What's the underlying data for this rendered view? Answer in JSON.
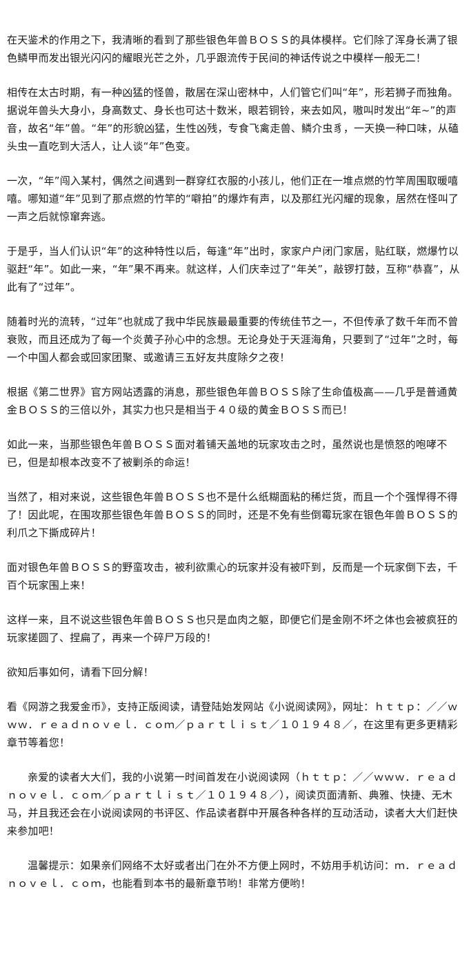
{
  "paragraphs": [
    "在天鉴术的作用之下，我清晰的看到了那些银色年兽ＢＯＳＳ的具体模样。它们除了浑身长满了银色鳞甲而发出银光闪闪的耀眼光芒之外，几乎跟流传于民间的神话传说之中模样一般无二！",
    "相传在太古时期，有一种凶猛的怪兽，散居在深山密林中，人们管它们叫“年”，形若狮子而独角。据说年兽头大身小，身高数丈、身长也可达十数米，眼若铜铃，来去如风，嗷叫时发出“年~”的声音，故名“年”兽。“年”的形貌凶猛，生性凶残，专食飞禽走兽、鳞介虫豸，一天换一种口味，从磕头虫一直吃到大活人，让人谈“年”色变。",
    "一次，“年”闯入某村，偶然之间遇到一群穿红衣服的小孩儿，他们正在一堆点燃的竹竿周围取暖嘻嘻。哪知道“年”见到了那点燃的竹竿的“噼拍”的爆炸有声，以及那红光闪耀的现象，居然在怪叫了一声之后就惊窜奔逃。",
    "于是乎，当人们认识“年”的这种特性以后，每逢“年”出时，家家户户闭门家居，贴红联，燃爆竹以驱赶“年”。如此一来，“年”果不再来。就这样，人们庆幸过了“年关”，敲锣打鼓，互称“恭喜”，从此有了“过年”。",
    "随着时光的流转，“过年”也就成了我中华民族最最重要的传统佳节之一，不但传承了数千年而不曾衰败，而且还成为了每一个炎黄子孙心中的念想。无论身处于天涯海角，只要到了“过年”之时，每一个中国人都会或回家团聚、或邀请三五好友共度除夕之夜！",
    "根据《第二世界》官方网站透露的消息，那些银色年兽ＢＯＳＳ除了生命值极高——几乎是普通黄金ＢＯＳＳ的三倍以外，其实力也只是相当于４０级的黄金ＢＯＳＳ而已！",
    "如此一来，当那些银色年兽ＢＯＳＳ面对着铺天盖地的玩家攻击之时，虽然说也是愤怒的咆哮不已，但是却根本改变不了被剿杀的命运！",
    "当然了，相对来说，这些银色年兽ＢＯＳＳ也不是什么纸糊面粘的稀烂货，而且一个个强悍得不得了！因此呢，在围攻那些银色年兽ＢＯＳＳ的同时，还是不免有些倒霉玩家在银色年兽ＢＯＳＳ的利爪之下撕成碎片！",
    "面对银色年兽ＢＯＳＳ的野蛮攻击，被利欲熏心的玩家并没有被吓到，反而是一个玩家倒下去，千百个玩家围上来！",
    "这样一来，且不说这些银色年兽ＢＯＳＳ也只是血肉之躯，即便它们是金刚不坏之体也会被疯狂的玩家搓圆了、捏扁了，再来一个碎尸万段的！",
    "欲知后事如何，请看下回分解！",
    "看《网游之我爱金币》，支持正版阅读，请登陆始发网站《小说阅读网》，网址：ｈｔｔｐ：／／ｗｗｗ．ｒｅａｄｎｏｖｅｌ．ｃｏｍ／ｐａｒｔｌｉｓｔ／１０１９４８／，在这里有更多更精彩章节等着您！"
  ],
  "indented_paragraphs": [
    "亲爱的读者大大们，我的小说第一时间首发在小说阅读网（ｈｔｔｐ：／／ｗｗｗ．ｒｅａｄｎｏｖｅｌ．ｃｏｍ／ｐａｒｔｌｉｓｔ／１０１９４８／），阅读页面清新、典雅、快捷、无木马，并且我还会在小说阅读网的书评区、作品读者群中开展各种各样的互动活动，读者大大们赶快来参加吧！",
    "温馨提示：如果亲们网络不太好或者出门在外不方便上网时，不妨用手机访问：ｍ．ｒｅａｄｎｏｖｅｌ．ｃｏｍ，也能看到本书的最新章节哟！非常方便哟！"
  ]
}
